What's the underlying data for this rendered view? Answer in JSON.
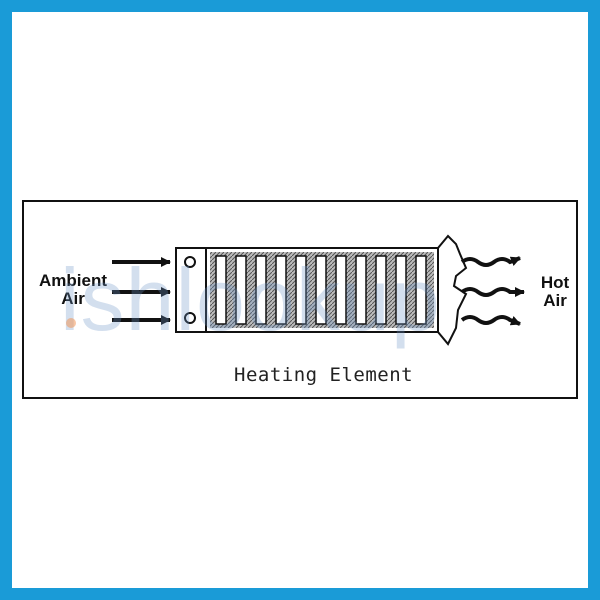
{
  "diagram": {
    "inlet_label": "Ambient Air",
    "outlet_label": "Hot Air",
    "caption": "Heating Element",
    "watermark": "ishlookup"
  },
  "colors": {
    "frame_border": "#1a9bd7",
    "line": "#111111",
    "coil_fill": "#9a9a9a",
    "watermark": "#6e96c8"
  }
}
